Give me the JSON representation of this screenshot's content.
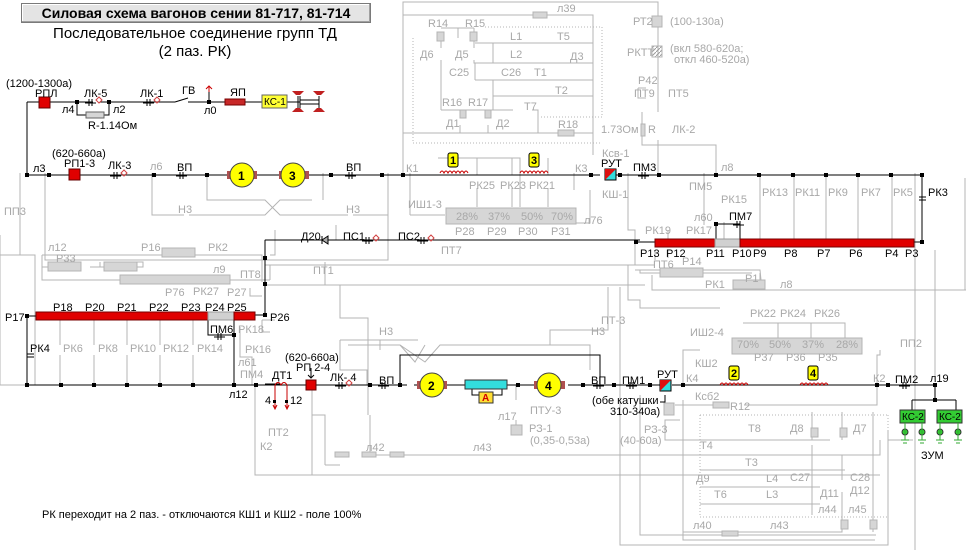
{
  "header": {
    "title": "Силовая схема вагонов сении 81-717, 81-714",
    "subtitle_line1": "Последовательное соединение групп ТД",
    "subtitle_line2": "(2 паз. РК)"
  },
  "footer_note": "РК переходит на 2 паз. - отключаются КШ1 и КШ2 - поле 100%",
  "colors": {
    "active_wire": "#000000",
    "inactive_wire": "#b4b4b4",
    "resistor_active": "#e00000",
    "motor_fill": "#ffff00",
    "ammeter_fill": "#33dddd",
    "ks2_fill": "#33cc33",
    "ks1_fill": "#ffff33"
  },
  "top_circuit": {
    "rpl_setting": "(1200-1300а)",
    "rpl": "РПЛ",
    "lk5": "ЛК-5",
    "l4": "л4",
    "l2": "л2",
    "resistor": "R-1.14Ом",
    "lk1": "ЛК-1",
    "gv": "ГВ",
    "l0": "л0",
    "yap": "ЯП",
    "ks1": "КС-1"
  },
  "group13": {
    "l3": "л3",
    "rp13_setting": "(620-660а)",
    "rp13": "РП1-3",
    "lk3": "ЛК-3",
    "l6": "л6",
    "vp_left": "ВП",
    "motor1": "1",
    "motor3": "3",
    "vp_right": "ВП",
    "n3_left": "Н3",
    "n3_right": "Н3",
    "pp3": "ПП3",
    "k1": "К1",
    "field1": "1",
    "field3": "3",
    "k3": "К3",
    "rut": "РУТ",
    "ksv1": "Ксв-1",
    "ksh1": "КШ-1",
    "pm3": "ПМ3",
    "ish13": "ИШ1-3",
    "l76": "л76",
    "weak_field": [
      {
        "pct": "28%",
        "r": "Р28",
        "rk": "РК25"
      },
      {
        "pct": "37%",
        "r": "Р29",
        "rk": "РК23"
      },
      {
        "pct": "50%",
        "r": "Р30",
        "rk": "РК21"
      },
      {
        "pct": "70%",
        "r": "Р31",
        "rk": ""
      }
    ]
  },
  "thyristor_block_top": {
    "l39": "л39",
    "r14": "R14",
    "r15": "R15",
    "d6": "Д6",
    "d5": "Д5",
    "l1": "L1",
    "t5": "Т5",
    "l2": "L2",
    "d3": "Д3",
    "c25": "С25",
    "c26": "С26",
    "t1": "Т1",
    "t2": "Т2",
    "r16": "R16",
    "r17": "R17",
    "t7": "Т7",
    "d1": "Д1",
    "d2": "Д2",
    "r18": "R18"
  },
  "relay_chain": {
    "rt2": "РТ2",
    "rt2_setting": "(100-130а)",
    "rktt": "РКТТ",
    "rktt_setting1": "(вкл 580-620а;",
    "rktt_setting2": "откл 460-520а)",
    "p42": "Р42",
    "pt9": "ПТ9",
    "pt5": "ПТ5",
    "r_value": "1.73Ом",
    "r": "R",
    "lk2": "ЛК-2",
    "l8": "л8"
  },
  "resistor_bank_right": {
    "pm5": "ПМ5",
    "rk15": "РК15",
    "l60": "л60",
    "pm7": "ПМ7",
    "rk19": "РК19",
    "rk17": "РК17",
    "rk_top": [
      "РК13",
      "РК11",
      "РК9",
      "РК7",
      "РК5"
    ],
    "rk3": "РК3",
    "taps": [
      "Р13",
      "Р12",
      "Р11",
      "Р10",
      "Р9",
      "Р8",
      "Р7",
      "Р6",
      "Р4",
      "Р3"
    ],
    "pt6": "ПТ6",
    "p14": "Р14",
    "rk1": "РК1",
    "p1": "Р1",
    "l8": "л8"
  },
  "resistor_bank_left": {
    "l12": "л12",
    "p33": "Р33",
    "p16": "Р16",
    "rk2": "РК2",
    "l9": "л9",
    "pt8": "ПТ8",
    "p76": "Р76",
    "rk27": "РК27",
    "p27": "Р27",
    "p17": "Р17",
    "taps": [
      "Р18",
      "Р20",
      "Р21",
      "Р22",
      "Р23",
      "Р24",
      "Р25"
    ],
    "p26": "Р26",
    "pm6": "ПМ6",
    "rk18": "РК18",
    "rk16": "РК16",
    "l61": "л61",
    "pm4": "ПМ4",
    "rk4": "РК4",
    "rk_bottom": [
      "РК6",
      "РК8",
      "РК10",
      "РК12",
      "РК14"
    ],
    "pt1": "ПТ1",
    "pt7": "ПТ7"
  },
  "middle_links": {
    "d20": "Д20",
    "ps1": "ПС1",
    "ps2": "ПС2"
  },
  "group24": {
    "l12": "л12",
    "dt1": "ДТ1",
    "dt1_tap4": "4",
    "dt1_tap12": "12",
    "rp24_setting": "(620-660а)",
    "rp24": "РП 2-4",
    "lk4": "ЛК- 4",
    "vp_left": "ВП",
    "motor2": "2",
    "ammeter": "А",
    "motor4": "4",
    "vp_right": "ВП",
    "pm1": "ПМ1",
    "rut": "РУТ",
    "rut_note1": "(обе катушки",
    "rut_note2": "310-340а)",
    "n3_left": "Н3",
    "n3_right": "Н3",
    "pt3": "ПТ-3",
    "l17": "л17",
    "ptu3": "ПТУ-3",
    "rz1": "РЗ-1",
    "rz1_setting": "(0,35-0,53а)",
    "pt2": "ПТ2",
    "k2_left": "К2",
    "l42": "л42",
    "l43": "л43",
    "k4": "К4",
    "field2": "2",
    "field4": "4",
    "k2": "К2",
    "ish24": "ИШ2-4",
    "ksh2": "КШ2",
    "ksb2": "Ксб2",
    "r12": "R12",
    "pm2": "ПМ2",
    "l19": "л19",
    "pp2": "ПП2",
    "ks2_a": "КС-2",
    "ks2_b": "КС-2",
    "zum": "ЗУМ",
    "weak_field": [
      {
        "pct": "70%",
        "r": "",
        "rk": "РК22"
      },
      {
        "pct": "50%",
        "r": "Р37",
        "rk": "РК24"
      },
      {
        "pct": "37%",
        "r": "Р36",
        "rk": "РК26"
      },
      {
        "pct": "28%",
        "r": "Р35",
        "rk": ""
      }
    ]
  },
  "thyristor_block_bottom": {
    "rz3": "РЗ-3",
    "rz3_setting": "(40-60а)",
    "t8": "Т8",
    "d8": "Д8",
    "d7": "Д7",
    "t4": "Т4",
    "t3": "Т3",
    "c27": "С27",
    "c28": "С28",
    "d9": "Д9",
    "l4": "L4",
    "d11": "Д11",
    "d12": "Д12",
    "t6": "Т6",
    "l3": "L3",
    "l44": "л44",
    "l45": "л45",
    "l40": "л40",
    "l43": "л43"
  }
}
